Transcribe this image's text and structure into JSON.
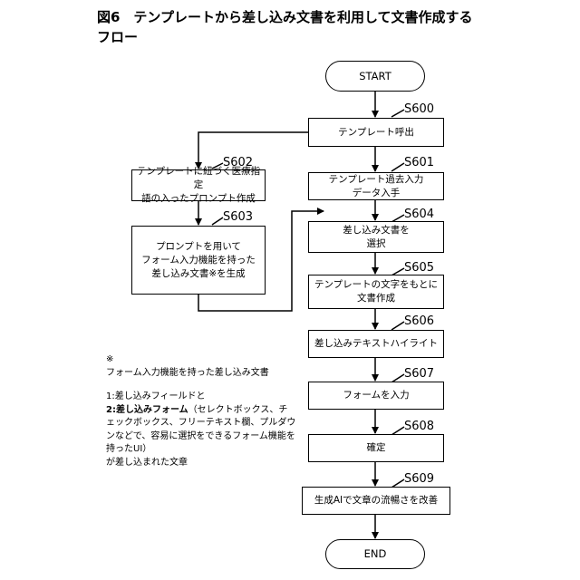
{
  "title": "図6　テンプレートから差し込み文書を利用して文書作成する\nフロー",
  "nodes": {
    "start": "START",
    "s600": "テンプレート呼出",
    "s601": "テンプレート過去入力\nデータ入手",
    "s602": "テンプレートに紐づく医療指定\n語の入ったプロンプト作成",
    "s603": "プロンプトを用いて\nフォーム入力機能を持った\n差し込み文書※を生成",
    "s604": "差し込み文書を\n選択",
    "s605": "テンプレートの文字をもとに\n文書作成",
    "s606": "差し込みテキストハイライト",
    "s607": "フォームを入力",
    "s608": "確定",
    "s609": "生成AIで文章の流暢さを改善",
    "end": "END"
  },
  "labels": {
    "s600": "S600",
    "s601": "S601",
    "s602": "S602",
    "s603": "S603",
    "s604": "S604",
    "s605": "S605",
    "s606": "S606",
    "s607": "S607",
    "s608": "S608",
    "s609": "S609"
  },
  "note": {
    "mark": "※",
    "heading": "フォーム入力機能を持った差し込み文書",
    "item1": "1:差し込みフィールドと",
    "item2_bold": "2:差し込みフォーム",
    "item2_rest": "（セレクトボックス、チェックボックス、フリーテキスト欄、プルダウンなどで、容易に選択をできるフォーム機能を持ったUI）",
    "footer": "が差し込まれた文章"
  }
}
